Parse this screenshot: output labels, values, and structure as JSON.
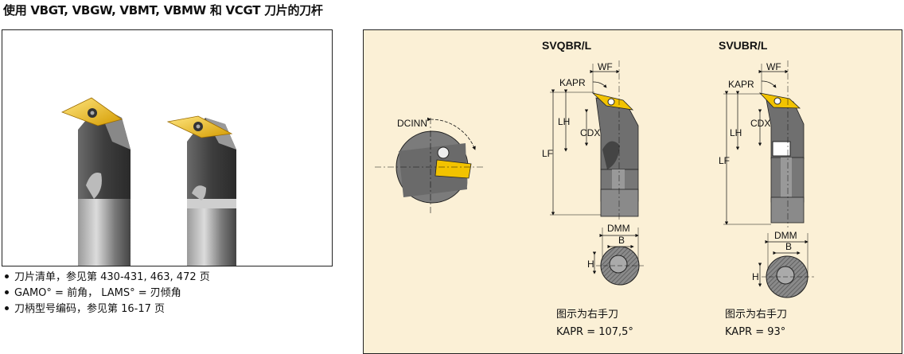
{
  "page_title": "使用 VBGT, VBGW, VBMT, VBMW 和 VCGT 刀片的刀杆",
  "notes": [
    "刀片清单，参见第 430-431, 463, 472 页",
    "GAMO° = 前角， LAMS° = 刃倾角",
    "刀柄型号编码，参见第 16-17 页"
  ],
  "diagram": {
    "left_detail_label": "DCINN",
    "tools": [
      {
        "name": "SVQBR/L",
        "labels": {
          "wf": "WF",
          "kapr": "KAPR",
          "cdx": "CDX",
          "lh": "LH",
          "lf": "LF",
          "dmm": "DMM",
          "b": "B",
          "h": "H"
        },
        "caption": "图示为右手刀",
        "kapr_value": "KAPR = 107,5°"
      },
      {
        "name": "SVUBR/L",
        "labels": {
          "wf": "WF",
          "kapr": "KAPR",
          "cdx": "CDX",
          "lh": "LH",
          "lf": "LF",
          "dmm": "DMM",
          "b": "B",
          "h": "H"
        },
        "caption": "图示为右手刀",
        "kapr_value": "KAPR = 93°"
      }
    ]
  },
  "colors": {
    "insert": "#f2c300",
    "shank": "#6e6e6e",
    "diagram_bg": "#fbf0d6"
  }
}
